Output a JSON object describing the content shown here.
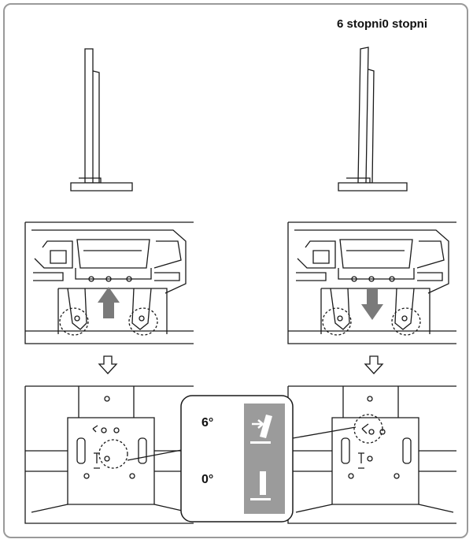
{
  "header": {
    "title": "6 stopni0 stopni"
  },
  "callout": {
    "label_top": "6°",
    "label_bottom": "0°"
  },
  "colors": {
    "line": "#1a1a1a",
    "gray_panel": "#9b9b9b",
    "arrow": "#7a7a7a",
    "frame": "#9a9a9a"
  }
}
